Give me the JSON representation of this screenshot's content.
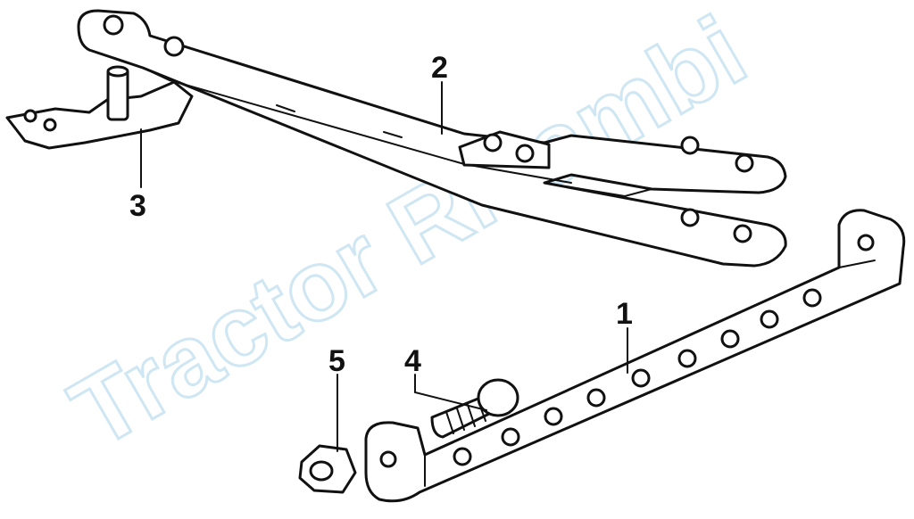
{
  "watermark": {
    "text": "Tractor Ricambi",
    "color": "#cfe6f3"
  },
  "callouts": [
    {
      "id": "1",
      "label": "1",
      "part": "stabilizer-bar"
    },
    {
      "id": "2",
      "label": "2",
      "part": "check-chain-link"
    },
    {
      "id": "3",
      "label": "3",
      "part": "mounting-bracket"
    },
    {
      "id": "4",
      "label": "4",
      "part": "bolt"
    },
    {
      "id": "5",
      "label": "5",
      "part": "castle-nut"
    }
  ]
}
